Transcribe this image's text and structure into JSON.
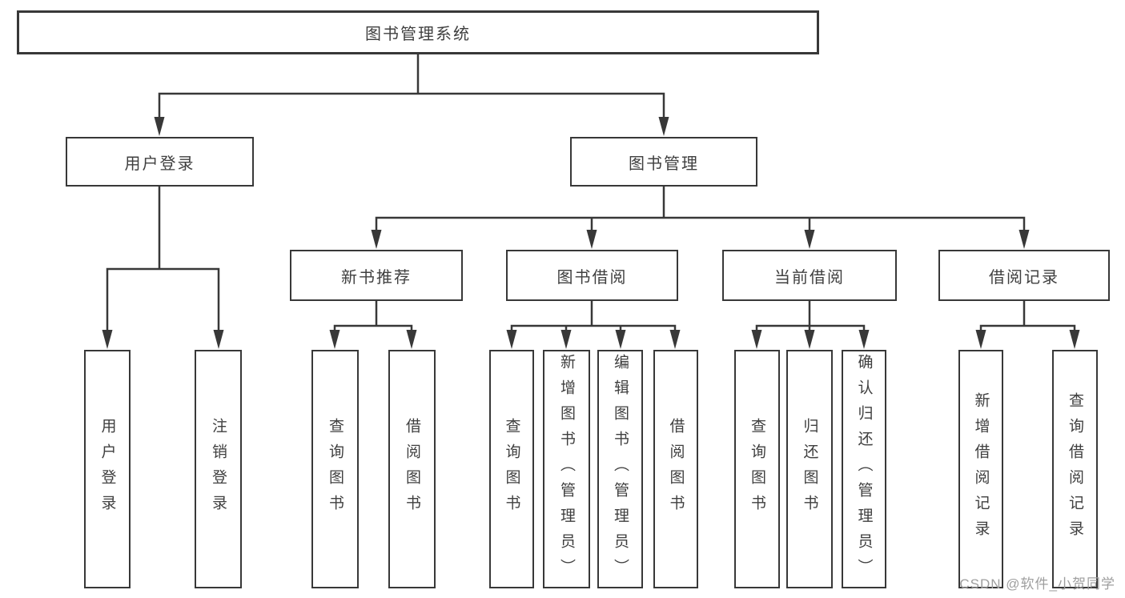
{
  "tree": {
    "label": "图书管理系统",
    "children": [
      {
        "label": "用户登录",
        "children": [
          {
            "label": "用户登录"
          },
          {
            "label": "注销登录"
          }
        ]
      },
      {
        "label": "图书管理",
        "children": [
          {
            "label": "新书推荐",
            "children": [
              {
                "label": "查询图书"
              },
              {
                "label": "借阅图书"
              }
            ]
          },
          {
            "label": "图书借阅",
            "children": [
              {
                "label": "查询图书"
              },
              {
                "label": "新增图书（管理员）"
              },
              {
                "label": "编辑图书（管理员）"
              },
              {
                "label": "借阅图书"
              }
            ]
          },
          {
            "label": "当前借阅",
            "children": [
              {
                "label": "查询图书"
              },
              {
                "label": "归还图书"
              },
              {
                "label": "确认归还（管理员）"
              }
            ]
          },
          {
            "label": "借阅记录",
            "children": [
              {
                "label": "新增借阅记录"
              },
              {
                "label": "查询借阅记录"
              }
            ]
          }
        ]
      }
    ]
  },
  "watermark": "CSDN @软件_小贺同学",
  "colors": {
    "line": "#383838",
    "text": "#3f3f3f",
    "watermark": "#9e9e9e",
    "background": "#ffffff"
  }
}
